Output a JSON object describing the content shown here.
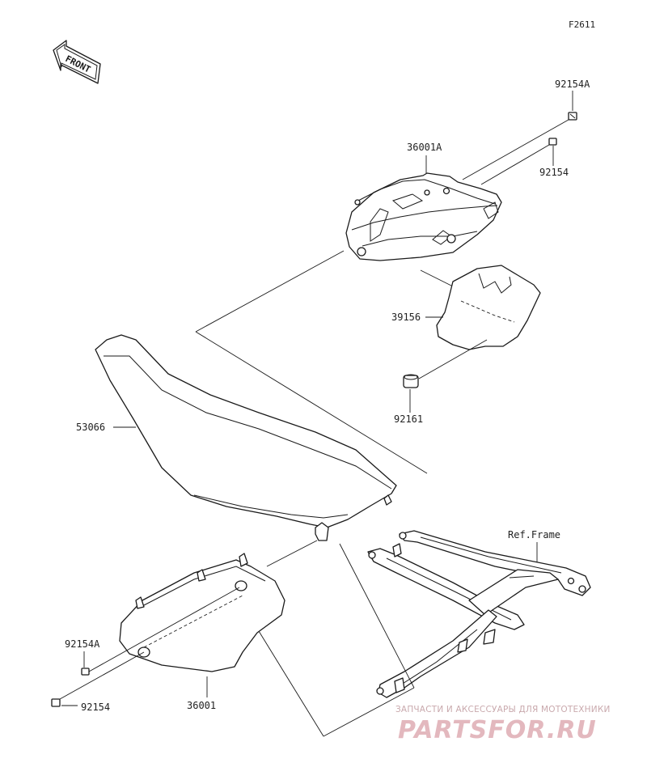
{
  "diagram": {
    "figure_code": "F2611",
    "direction_label": "FRONT",
    "parts": [
      {
        "id": "92154A_top",
        "label": "92154A"
      },
      {
        "id": "92154_top",
        "label": "92154"
      },
      {
        "id": "36001A",
        "label": "36001A"
      },
      {
        "id": "39156",
        "label": "39156"
      },
      {
        "id": "92161",
        "label": "92161"
      },
      {
        "id": "53066",
        "label": "53066"
      },
      {
        "id": "ref_frame",
        "label": "Ref.Frame"
      },
      {
        "id": "92154A_bottom",
        "label": "92154A"
      },
      {
        "id": "92154_bottom",
        "label": "92154"
      },
      {
        "id": "36001",
        "label": "36001"
      }
    ]
  },
  "watermark": {
    "tagline": "ЗАПЧАСТИ И АКСЕССУАРЫ ДЛЯ МОТОТЕХНИКИ",
    "logo": "PARTSFOR.RU"
  }
}
